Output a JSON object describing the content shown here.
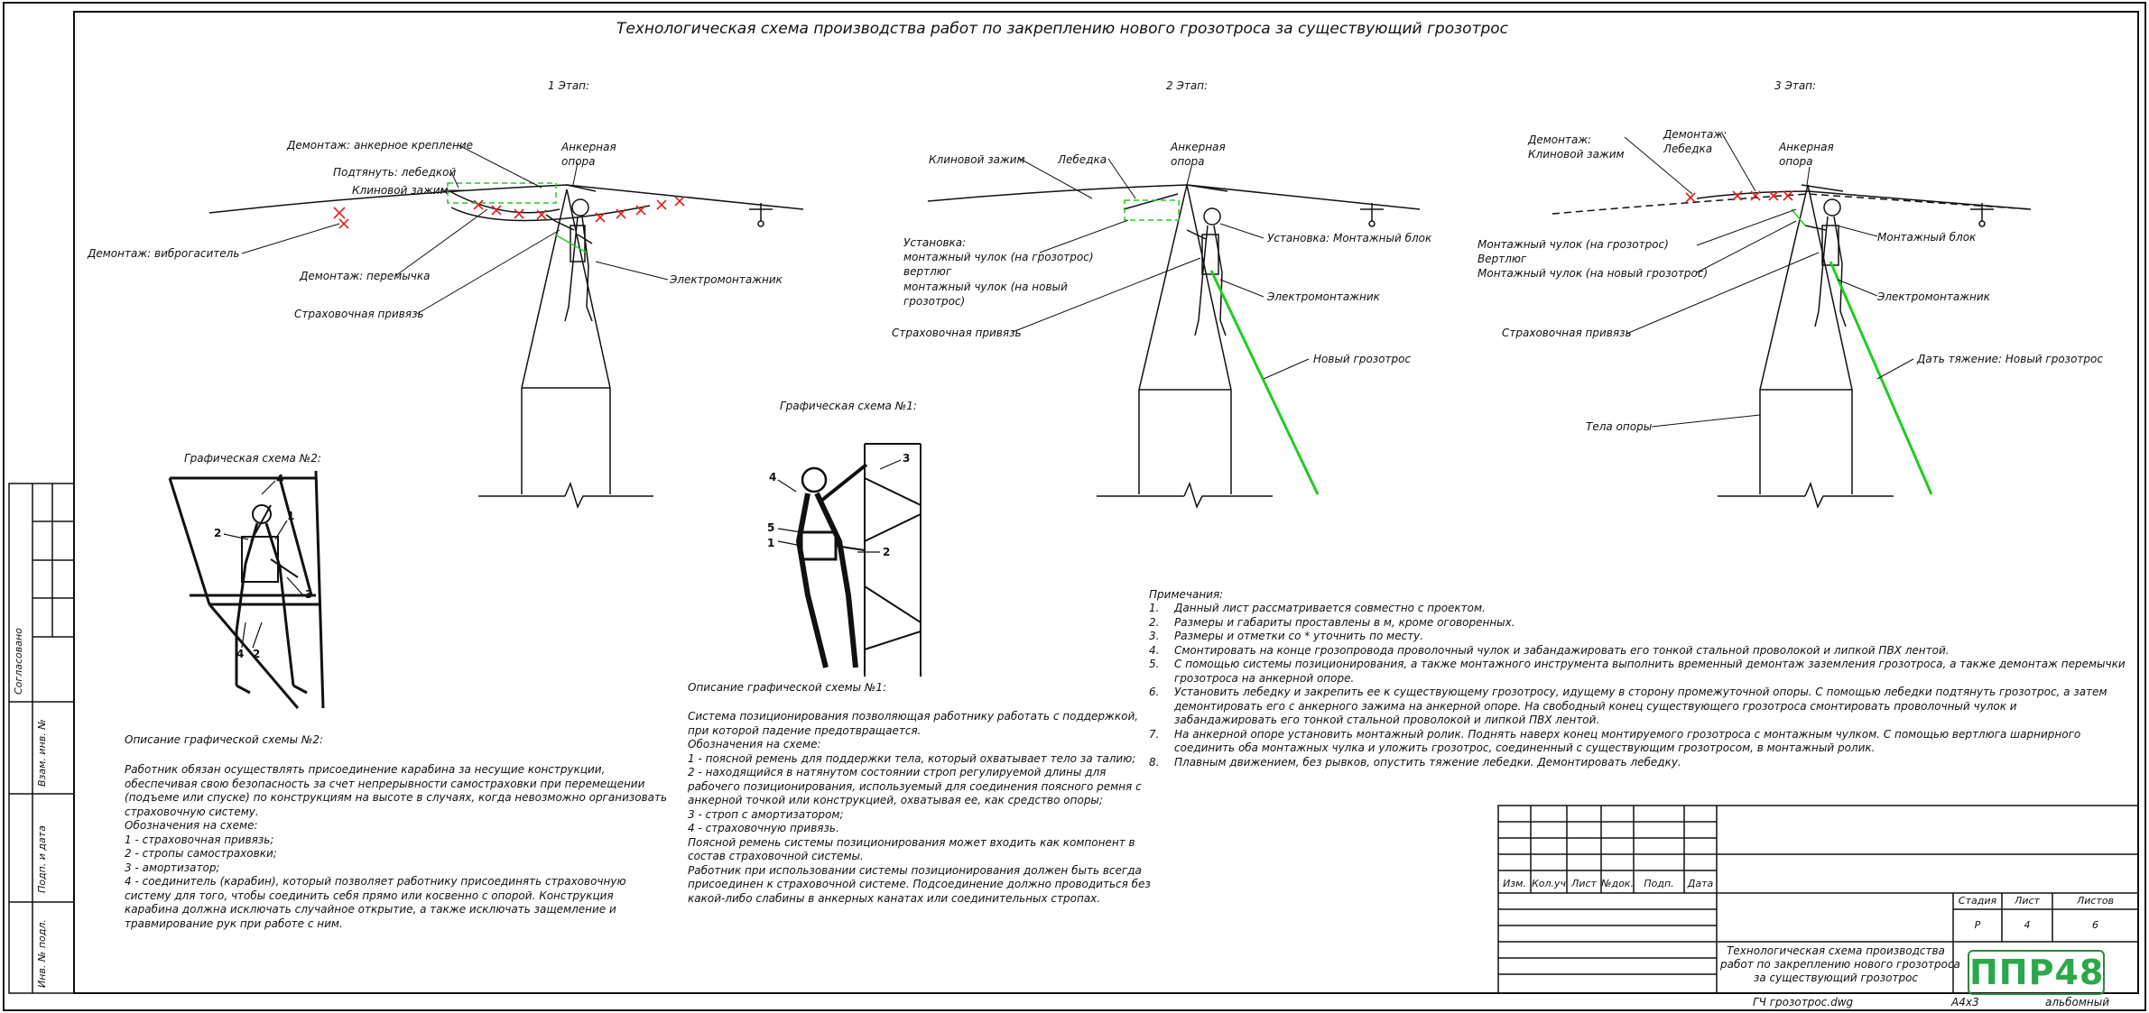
{
  "title": "Технологическая схема производства работ по закреплению нового грозотроса за существующий грозотрос",
  "stages": {
    "s1": {
      "title": "1 Этап:",
      "labels": {
        "demontazh_anchor": "Демонтаж: анкерное крепление",
        "podtyanut": "Подтянуть: лебедкой",
        "klinovoy": "Клиновой зажим",
        "ankernaya1": "Анкерная",
        "ankernaya2": "опора",
        "vibrogasitel": "Демонтаж: виброгаситель",
        "peremychka": "Демонтаж: перемычка",
        "strakh": "Страховочная привязь",
        "electro": "Электромонтажник"
      }
    },
    "s2": {
      "title": "2 Этап:",
      "labels": {
        "klinovoy": "Клиновой зажим",
        "lebedka": "Лебедка",
        "ankernaya1": "Анкерная",
        "ankernaya2": "опора",
        "ust1": "Установка:",
        "ust2": "монтажный чулок (на грозотрос)",
        "ust3": "вертлюг",
        "ust4": "монтажный чулок (на новый",
        "ust5": "грозотрос)",
        "ust_blok": "Установка: Монтажный блок",
        "electro": "Электромонтажник",
        "strakh": "Страховочная привязь",
        "noviy": "Новый грозотрос"
      }
    },
    "s3": {
      "title": "3 Этап:",
      "labels": {
        "dem1": "Демонтаж:",
        "dem2": "Клиновой зажим",
        "dem3": "Демонтаж:",
        "dem4": "Лебедка",
        "ankernaya1": "Анкерная",
        "ankernaya2": "опора",
        "chulok1": "Монтажный чулок (на грозотрос)",
        "chulok2": "Вертлюг",
        "chulok3": "Монтажный чулок (на новый грозотрос)",
        "blok": "Монтажный блок",
        "electro": "Электромонтажник",
        "strakh": "Страховочная привязь",
        "tyazh": "Дать тяжение: Новый грозотрос",
        "telo": "Тела опоры"
      }
    }
  },
  "graph2": {
    "title": "Графическая схема №2:",
    "numbers": [
      "1",
      "2",
      "3",
      "4"
    ]
  },
  "graph1": {
    "title": "Графическая схема №1:",
    "numbers": [
      "1",
      "2",
      "3",
      "4",
      "5"
    ]
  },
  "desc2": {
    "title": "Описание графической схемы №2:",
    "lines": [
      "Работник обязан осуществлять присоединение карабина за несущие конструкции,",
      "обеспечивая свою безопасность за счет непрерывности самостраховки при перемещении",
      "(подъеме или спуске) по конструкциям на высоте в случаях, когда невозможно организовать",
      "страховочную систему.",
      "Обозначения на схеме:",
      "1 - страховочная привязь;",
      "2 - стропы самостраховки;",
      "3 - амортизатор;",
      "4 - соединитель (карабин), который позволяет работнику присоединять страховочную",
      "систему для того, чтобы соединить себя прямо или косвенно с опорой. Конструкция",
      "карабина должна исключать случайное открытие, а также исключать защемление и",
      "травмирование рук при работе с ним."
    ]
  },
  "desc1": {
    "title": "Описание графической схемы №1:",
    "lines": [
      "Система позиционирования позволяющая работнику работать с поддержкой,",
      "при которой падение предотвращается.",
      "Обозначения на схеме:",
      "1 - поясной ремень для поддержки тела, который охватывает тело за талию;",
      "2 - находящийся в натянутом состоянии строп регулируемой длины для",
      "рабочего позиционирования, используемый для соединения поясного ремня с",
      "анкерной точкой или конструкцией, охватывая ее, как средство опоры;",
      "3 - строп с амортизатором;",
      "4 - страховочную привязь.",
      "Поясной ремень системы позиционирования может входить как компонент в",
      "состав страховочной системы.",
      "Работник при использовании системы позиционирования должен быть всегда",
      "присоединен к страховочной системе. Подсоединение должно проводиться без",
      "какой-либо слабины в анкерных канатах или соединительных стропах."
    ]
  },
  "notes": {
    "title": "Примечания:",
    "items": [
      {
        "n": "1.",
        "lines": [
          "Данный лист рассматривается совместно с проектом."
        ]
      },
      {
        "n": "2.",
        "lines": [
          "Размеры и габариты проставлены в м, кроме оговоренных."
        ]
      },
      {
        "n": "3.",
        "lines": [
          "Размеры и отметки со * уточнить по месту."
        ]
      },
      {
        "n": "4.",
        "lines": [
          "Смонтировать на конце грозопровода проволочный чулок и забандажировать его тонкой стальной проволокой и липкой ПВХ лентой."
        ]
      },
      {
        "n": "5.",
        "lines": [
          "С помощью системы позиционирования, а также монтажного инструмента выполнить временный демонтаж заземления грозотроса, а также демонтаж перемычки",
          "грозотроса на анкерной опоре."
        ]
      },
      {
        "n": "6.",
        "lines": [
          "Установить лебедку и закрепить ее к существующему грозотросу, идущему в сторону промежуточной опоры. С помощью лебедки подтянуть грозотрос, а затем",
          "демонтировать его с анкерного зажима на анкерной опоре. На свободный конец существующего грозотроса смонтировать проволочный чулок и",
          "забандажировать его тонкой стальной проволокой и липкой ПВХ лентой."
        ]
      },
      {
        "n": "7.",
        "lines": [
          "На анкерной опоре установить монтажный ролик. Поднять наверх конец монтируемого грозотроса с монтажным чулком. С помощью вертлюга шарнирного",
          "соединить оба монтажных чулка и уложить грозотрос, соединенный с существующим грозотросом, в монтажный ролик."
        ]
      },
      {
        "n": "8.",
        "lines": [
          "Плавным движением, без рывков, опустить тяжение лебедки. Демонтировать лебедку."
        ]
      }
    ]
  },
  "stamp": {
    "headers": [
      "Изм.",
      "Кол.уч",
      "Лист",
      "№док.",
      "Подп.",
      "Дата"
    ],
    "stadiya_label": "Стадия",
    "list_label": "Лист",
    "listov_label": "Листов",
    "stadiya": "Р",
    "list": "4",
    "listov": "6",
    "name_lines": [
      "Технологическая схема производства",
      "работ по закреплению нового грозотроса",
      "за существующий грозотрос"
    ],
    "logo": "ППР48",
    "file": "ГЧ грозотрос.dwg",
    "format": "А4х3",
    "orientation": "альбомный"
  },
  "side": {
    "soglasovano": "Согласовано",
    "vzam": "Взам. инв. №",
    "podp": "Подп. и дата",
    "inv": "Инв. № подл."
  },
  "colors": {
    "green_line": "#22cc22",
    "red_mark": "#dd2222",
    "ink": "#111111",
    "logo_green": "#2aa84a"
  }
}
